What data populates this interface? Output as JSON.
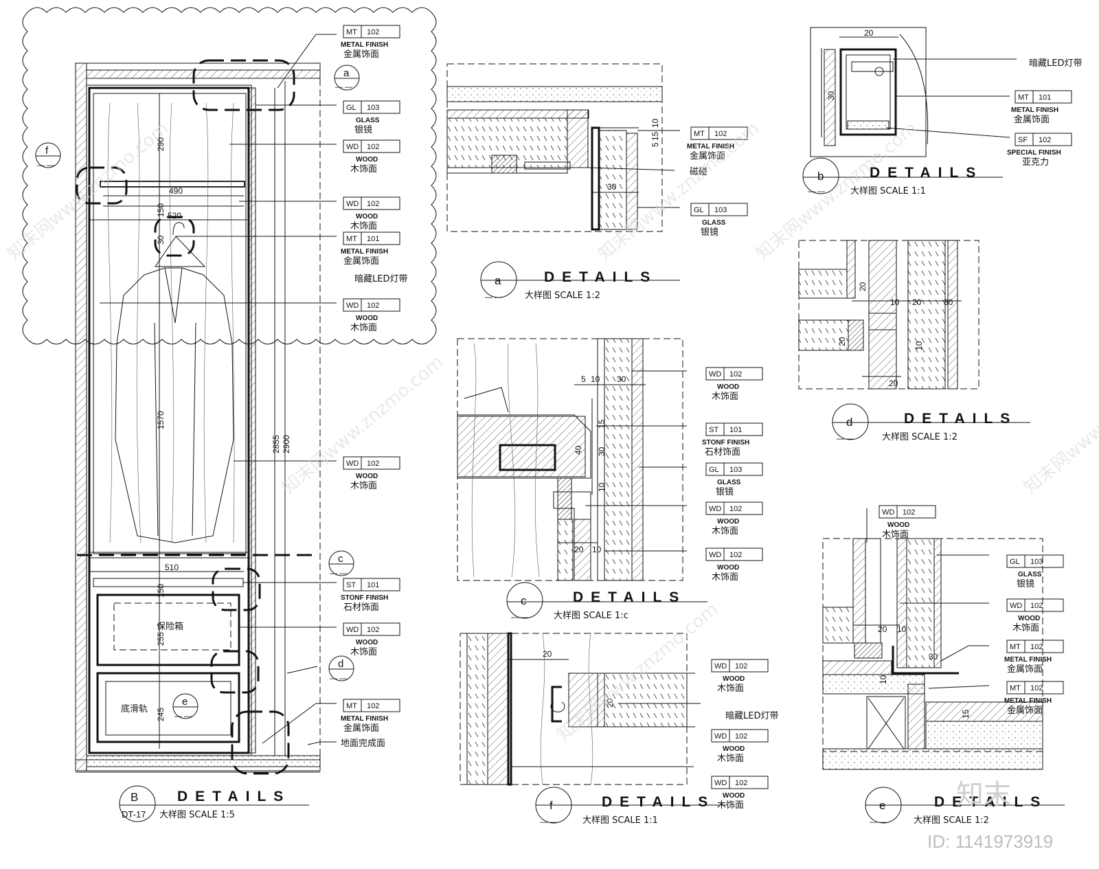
{
  "main_elevation": {
    "tags": [
      {
        "code": "MT",
        "num": "102",
        "en": "METAL FINISH",
        "cn": "金属饰面"
      },
      {
        "code": "GL",
        "num": "103",
        "en": "GLASS",
        "cn": "银镜"
      },
      {
        "code": "WD",
        "num": "102",
        "en": "WOOD",
        "cn": "木饰面"
      },
      {
        "code": "WD",
        "num": "102",
        "en": "WOOD",
        "cn": "木饰面"
      },
      {
        "code": "MT",
        "num": "101",
        "en": "METAL FINISH",
        "cn": "金属饰面"
      },
      {
        "code": "WD",
        "num": "102",
        "en": "WOOD",
        "cn": "木饰面"
      },
      {
        "code": "WD",
        "num": "102",
        "en": "WOOD",
        "cn": "木饰面"
      },
      {
        "code": "ST",
        "num": "101",
        "en": "STONF FINISH",
        "cn": "石材饰面"
      },
      {
        "code": "WD",
        "num": "102",
        "en": "WOOD",
        "cn": "木饰面"
      },
      {
        "code": "MT",
        "num": "102",
        "en": "METAL FINISH",
        "cn": "金属饰面"
      }
    ],
    "led_note": "暗藏LED灯带",
    "floor_note": "地面完成面",
    "safe_label": "保险箱",
    "rail_label": "底滑轨",
    "dims": {
      "d290": "290",
      "d490": "490",
      "d150": "150",
      "d520": "520",
      "d30": "30",
      "d1570": "1570",
      "d2855": "2855",
      "d2900": "2900",
      "d510": "510",
      "d150b": "150",
      "d255": "255",
      "d245": "245"
    },
    "callouts": {
      "a": "a",
      "f": "f",
      "c": "c",
      "d": "d",
      "e": "e"
    },
    "title": {
      "letter": "B",
      "sheet": "DT-17",
      "word": "DETAILS",
      "sub": "大样图  SCALE  1:5"
    }
  },
  "detail_a": {
    "tags": [
      {
        "code": "MT",
        "num": "102",
        "en": "METAL FINISH",
        "cn": "金属饰面"
      },
      {
        "code": "GL",
        "num": "103",
        "en": "GLASS",
        "cn": "银镜"
      }
    ],
    "note": "磁碰",
    "dims": [
      "10",
      "15",
      "5",
      "30"
    ],
    "title": {
      "letter": "a",
      "word": "DETAILS",
      "sub": "大样图  SCALE  1:2"
    }
  },
  "detail_b": {
    "tags": [
      {
        "code": "MT",
        "num": "101",
        "en": "METAL FINISH",
        "cn": "金属饰面"
      },
      {
        "code": "SF",
        "num": "102",
        "en": "SPECIAL FINISH",
        "cn": "亚克力"
      }
    ],
    "note": "暗藏LED灯带",
    "dims": [
      "20",
      "30"
    ],
    "title": {
      "letter": "b",
      "word": "DETAILS",
      "sub": "大样图  SCALE  1:1"
    }
  },
  "detail_c": {
    "tags": [
      {
        "code": "WD",
        "num": "102",
        "en": "WOOD",
        "cn": "木饰面"
      },
      {
        "code": "ST",
        "num": "101",
        "en": "STONF FINISH",
        "cn": "石材饰面"
      },
      {
        "code": "GL",
        "num": "103",
        "en": "GLASS",
        "cn": "银镜"
      },
      {
        "code": "WD",
        "num": "102",
        "en": "WOOD",
        "cn": "木饰面"
      },
      {
        "code": "WD",
        "num": "102",
        "en": "WOOD",
        "cn": "木饰面"
      }
    ],
    "dims": [
      "5",
      "10",
      "30",
      "15",
      "40",
      "30",
      "10",
      "20",
      "10"
    ],
    "title": {
      "letter": "c",
      "word": "DETAILS",
      "sub": "大样图  SCALE  1:c"
    }
  },
  "detail_d": {
    "dims": [
      "20",
      "20",
      "10",
      "30",
      "20",
      "10",
      "20"
    ],
    "title": {
      "letter": "d",
      "word": "DETAILS",
      "sub": "大样图  SCALE  1:2"
    }
  },
  "detail_e": {
    "tags": [
      {
        "code": "WD",
        "num": "102",
        "en": "WOOD",
        "cn": "木饰面"
      },
      {
        "code": "GL",
        "num": "103",
        "en": "GLASS",
        "cn": "银镜"
      },
      {
        "code": "WD",
        "num": "102",
        "en": "WOOD",
        "cn": "木饰面"
      },
      {
        "code": "MT",
        "num": "102",
        "en": "METAL FINISH",
        "cn": "金属饰面"
      },
      {
        "code": "MT",
        "num": "102",
        "en": "METAL FINISH",
        "cn": "金属饰面"
      }
    ],
    "dims": [
      "20",
      "10",
      "30",
      "10",
      "15"
    ],
    "title": {
      "letter": "e",
      "word": "DETAILS",
      "sub": "大样图  SCALE  1:2"
    }
  },
  "detail_f": {
    "tags": [
      {
        "code": "WD",
        "num": "102",
        "en": "WOOD",
        "cn": "木饰面"
      },
      {
        "code": "WD",
        "num": "102",
        "en": "WOOD",
        "cn": "木饰面"
      },
      {
        "code": "WD",
        "num": "102",
        "en": "WOOD",
        "cn": "木饰面"
      }
    ],
    "note": "暗藏LED灯带",
    "dims": [
      "20",
      "20"
    ],
    "title": {
      "letter": "f",
      "word": "DETAILS",
      "sub": "大样图  SCALE  1:1"
    }
  },
  "common": {
    "dash": "— —"
  },
  "watermark": {
    "text": "知末网www.znzmo.com",
    "brand": "知末",
    "id": "ID: 1141973919"
  }
}
